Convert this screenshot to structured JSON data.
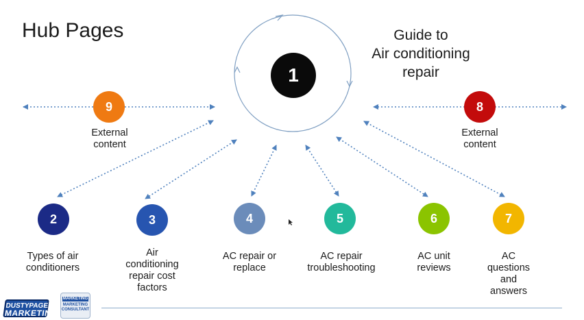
{
  "title": "Hub Pages",
  "guide": {
    "line1": "Guide to",
    "line2": "Air conditioning",
    "line3": "repair"
  },
  "nodes": [
    {
      "num": "1",
      "color": "#0a0a0a"
    },
    {
      "num": "2",
      "color": "#1b2a86",
      "label": [
        "Types of air",
        "conditioners"
      ]
    },
    {
      "num": "3",
      "color": "#2755b0",
      "label": [
        "Air",
        "conditioning",
        "repair cost",
        "factors"
      ]
    },
    {
      "num": "4",
      "color": "#6b8cba",
      "label": [
        "AC repair or",
        "replace"
      ]
    },
    {
      "num": "5",
      "color": "#22b99b",
      "label": [
        "AC repair",
        "troubleshooting"
      ]
    },
    {
      "num": "6",
      "color": "#8bc400",
      "label": [
        "AC unit",
        "reviews"
      ]
    },
    {
      "num": "7",
      "color": "#f2b600",
      "label": [
        "AC",
        "questions",
        "and",
        "answers"
      ]
    },
    {
      "num": "8",
      "color": "#c30b0b",
      "label": [
        "External",
        "content"
      ]
    },
    {
      "num": "9",
      "color": "#ef7a12",
      "label": [
        "External",
        "content"
      ]
    }
  ],
  "colors": {
    "arrow": "#4f81bd",
    "footer_line": "#8aa9c9"
  },
  "logos": {
    "left": {
      "line1": "DUSTYPAGE",
      "line2": "MARKETING"
    },
    "right": {
      "line1": "MARKETING",
      "line2": "MARKETING CONSULTANT"
    }
  }
}
